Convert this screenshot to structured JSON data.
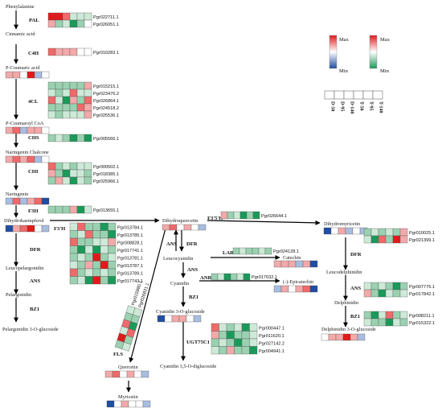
{
  "colors": {
    "red_max": "#e11b1b",
    "red_mid": "#f2a9a9",
    "white": "#ffffff",
    "blue_mid": "#a8bde0",
    "blue_min": "#1f4ea3",
    "green_mid": "#9ad1b1",
    "green_min": "#1a9a5a",
    "border": "#555555"
  },
  "compounds": {
    "phenylalanine": "Phenylalanine",
    "cinnamic_acid": "Cinnamic acid",
    "p_coumaric_acid": "P-Coumaric acid",
    "p_coumaroyl_coa": "P-Coumaroyl CoA",
    "naringenin_chalcone": "Naringenin Chalcone",
    "naringenin": "Naringenin",
    "dihydrokaempferol": "Dihydrokaempferol",
    "leucopelargonidin": "Leucopelargonidin",
    "pelargonidin": "Pelargonidin",
    "pelargonidin_glucoside": "Pelargonidin 3-O-glucoside",
    "dihydroquercetin": "Dihydroquercetin",
    "leucocyanidin": "Leucocyanidin",
    "catechin": "Catechin",
    "cyanidin": "Cyanidin",
    "epicatechin": "(-)-Epicatechin",
    "cyanidin_glucoside": "Cyanidin 3-O-glucoside",
    "cyanidin_diglucoside": "Cyanidin 3,5-O-diglucoside",
    "quercetin": "Quercetin",
    "myricetin": "Myricetin",
    "dihydromyricetin": "Dihydromyricetin",
    "leucodelphinidin": "Leucodelphinidin",
    "delphinidin": "Delphinidin",
    "delphinidin_glucoside": "Delphinidin 3-O-glucoside"
  },
  "enzymes": {
    "pal": "PAL",
    "c4h": "C4H",
    "fourcl": "4CL",
    "chs": "CHS",
    "chi": "CHI",
    "f3h": "F3H",
    "dfr_left": "DFR",
    "ans_left": "ANS",
    "bz1_left": "BZ1",
    "f3ph": "F3'H",
    "f3p5ph": "F3'5'H",
    "ans_mid": "ANS",
    "dfr_mid": "DFR",
    "lar": "LAR",
    "ans_mid2": "ANS",
    "anr": "ANR",
    "bz1_mid": "BZ1",
    "ugt": "UGT75C1",
    "fls": "FLS",
    "dfr_right": "DFR",
    "ans_right": "ANS",
    "bz1_right": "BZ1"
  },
  "legend": {
    "max_label": "Max",
    "min_label": "Min",
    "samples": [
      "D-50",
      "D-95",
      "D-140",
      "T-50",
      "T-95",
      "T-140"
    ]
  },
  "heatmaps": {
    "pal": {
      "genes": [
        "Pgr022711.1",
        "Pgr026051.1"
      ],
      "rows": [
        [
          "r3",
          "r3",
          "r2",
          "g1",
          "g1",
          "g1"
        ],
        [
          "r1",
          "g2",
          "g1",
          "g3",
          "g2",
          "w"
        ]
      ]
    },
    "c4h": {
      "genes": [
        "Pgr010283.1"
      ],
      "rows": [
        [
          "r2",
          "r1",
          "r1",
          "r1",
          "w",
          "w"
        ]
      ]
    },
    "pcoum": {
      "genes": [],
      "rows": [
        [
          "r1",
          "r1",
          "w",
          "r3",
          "b1",
          "w"
        ]
      ]
    },
    "fourcl": {
      "genes": [
        "Pgr015215.1",
        "Pgr023476.2",
        "Pgr026864.1",
        "Pgr024518.2",
        "Pgr025536.1"
      ],
      "rows": [
        [
          "g2",
          "g2",
          "g2",
          "g2",
          "g2",
          "r1"
        ],
        [
          "g1",
          "g2",
          "g1",
          "r2",
          "g1",
          "g1"
        ],
        [
          "r2",
          "g1",
          "g3",
          "r1",
          "g2",
          "r2"
        ],
        [
          "g2",
          "g2",
          "g2",
          "g2",
          "r2",
          "r1"
        ],
        [
          "g1",
          "g2",
          "g1",
          "g1",
          "g1",
          "r1"
        ]
      ]
    },
    "pcoa": {
      "genes": [],
      "rows": [
        [
          "r1",
          "r2",
          "b1",
          "r1",
          "r1",
          "w"
        ]
      ]
    },
    "chs": {
      "genes": [
        "Pgr005566.1"
      ],
      "rows": [
        [
          "g2",
          "g1",
          "g2",
          "g3",
          "g2",
          "g3"
        ]
      ]
    },
    "nchal": {
      "genes": [],
      "rows": [
        [
          "r1",
          "r2",
          "r1",
          "r2",
          "b1",
          "w"
        ]
      ]
    },
    "chi": {
      "genes": [
        "Pgr000502.1",
        "Pgr018385.1",
        "Pgr025966.1"
      ],
      "rows": [
        [
          "r2",
          "g2",
          "g1",
          "g2",
          "g1",
          "g1"
        ],
        [
          "r1",
          "g2",
          "g3",
          "g1",
          "g1",
          "g2"
        ],
        [
          "g2",
          "r1",
          "g1",
          "g3",
          "g1",
          "g2"
        ]
      ]
    },
    "naring": {
      "genes": [],
      "rows": [
        [
          "b1",
          "r2",
          "b1",
          "r1",
          "r2",
          "b2"
        ]
      ]
    },
    "f3h": {
      "genes": [
        "Pgr013655.1"
      ],
      "rows": [
        [
          "g2",
          "g2",
          "g2",
          "r1",
          "g3",
          "g1"
        ]
      ]
    },
    "dhk": {
      "genes": [],
      "rows": [
        [
          "b2",
          "r1",
          "r2",
          "r3",
          "w",
          "b1"
        ]
      ]
    },
    "f3ph": {
      "genes": [
        "Pgr013784.1",
        "Pgr013785.1",
        "Pgr008828.1",
        "Pgr017741.1",
        "Pgr013781.1",
        "Pgr013787.1",
        "Pgr013789.1",
        "Pgr017743.1"
      ],
      "rows": [
        [
          "g1",
          "r2",
          "g2",
          "g2",
          "g3",
          "g2"
        ],
        [
          "g2",
          "g1",
          "r2",
          "g2",
          "g2",
          "g3"
        ],
        [
          "r2",
          "g2",
          "g2",
          "g1",
          "g1",
          "r1"
        ],
        [
          "g2",
          "g3",
          "g1",
          "g3",
          "g1",
          "g2"
        ],
        [
          "g2",
          "g1",
          "g2",
          "r3",
          "g2",
          "g1"
        ],
        [
          "g1",
          "g2",
          "r1",
          "g2",
          "r3",
          "g2"
        ],
        [
          "r2",
          "g2",
          "g1",
          "g2",
          "g1",
          "g2"
        ],
        [
          "g2",
          "g1",
          "g3",
          "r3",
          "g2",
          "g3"
        ]
      ]
    },
    "dhq": {
      "genes": [],
      "rows": [
        [
          "r1",
          "r2",
          "w",
          "r1",
          "w",
          "b1"
        ]
      ]
    },
    "f3p5ph": {
      "genes": [
        "Pgr026644.1"
      ],
      "rows": [
        [
          "r1",
          "g2",
          "g1",
          "g3",
          "g2",
          "g3"
        ]
      ]
    },
    "dhm": {
      "genes": [],
      "rows": [
        [
          "b2",
          "w",
          "r1",
          "b1",
          "w",
          "b1"
        ]
      ]
    },
    "dfr_right": {
      "genes": [
        "Pgr010025.1",
        "Pgr021399.1"
      ],
      "rows": [
        [
          "g2",
          "g1",
          "g2",
          "g1",
          "g2",
          "r1"
        ],
        [
          "g1",
          "g3",
          "r2",
          "g2",
          "r3",
          "r1"
        ]
      ]
    },
    "lar": {
      "genes": [
        "Pgr024128.1"
      ],
      "rows": [
        [
          "g2",
          "g1",
          "g2",
          "g2",
          "g1",
          "g2"
        ]
      ]
    },
    "catechin": {
      "genes": [],
      "rows": [
        [
          "r1",
          "r1",
          "r1",
          "b1",
          "r1",
          "b2"
        ]
      ]
    },
    "ans_right": {
      "genes": [
        "Pgr007776.1",
        "Pgr017842.1"
      ],
      "rows": [
        [
          "g1",
          "g2",
          "g1",
          "g2",
          "g3",
          "g2"
        ],
        [
          "r1",
          "g2",
          "g3",
          "g1",
          "g2",
          "g1"
        ]
      ]
    },
    "anr": {
      "genes": [
        "Pgr017032.1"
      ],
      "rows": [
        [
          "g2",
          "g1",
          "g3",
          "g2",
          "g1",
          "g3"
        ]
      ]
    },
    "epicat": {
      "genes": [],
      "rows": [
        [
          "b1",
          "r1",
          "w",
          "r1",
          "r2",
          "b2"
        ]
      ]
    },
    "bz1_right": {
      "genes": [
        "Pgr008211.1",
        "Pgr015322.1"
      ],
      "rows": [
        [
          "g2",
          "g3",
          "g1",
          "r2",
          "g2",
          "g1"
        ],
        [
          "g1",
          "g2",
          "g2",
          "g3",
          "g1",
          "g2"
        ]
      ]
    },
    "delph_glu": {
      "genes": [],
      "rows": [
        [
          "w",
          "r1",
          "r1",
          "r3",
          "r1",
          "b1"
        ]
      ]
    },
    "fls": {
      "genes": [
        "Pgr015980.1",
        "Pgr026831.1"
      ],
      "rows": [
        [
          "g2",
          "r3",
          "g1",
          "r2",
          "g2",
          "g1"
        ],
        [
          "g1",
          "g2",
          "r2",
          "g3",
          "g2",
          "g1"
        ]
      ]
    },
    "cyan_glu": {
      "genes": [],
      "rows": [
        [
          "b2",
          "w",
          "r1",
          "r1",
          "w",
          "b1"
        ]
      ]
    },
    "ugt": {
      "genes": [
        "Pgr000447.1",
        "Pgr011620.1",
        "Pgr027142.2",
        "Pgr004941.1"
      ],
      "rows": [
        [
          "r2",
          "g1",
          "g2",
          "g1",
          "g3",
          "g1"
        ],
        [
          "r1",
          "g2",
          "g3",
          "g2",
          "g2",
          "g1"
        ],
        [
          "g2",
          "g1",
          "g2",
          "g3",
          "g2",
          "g1"
        ],
        [
          "g1",
          "g2",
          "r1",
          "g2",
          "g2",
          "g3"
        ]
      ]
    },
    "quercetin": {
      "genes": [],
      "rows": [
        [
          "r1",
          "r2",
          "w",
          "r1",
          "w",
          "b1"
        ]
      ]
    },
    "myricetin": {
      "genes": [],
      "rows": [
        [
          "b2",
          "w",
          "r1",
          "w",
          "w",
          "b1"
        ]
      ]
    }
  }
}
